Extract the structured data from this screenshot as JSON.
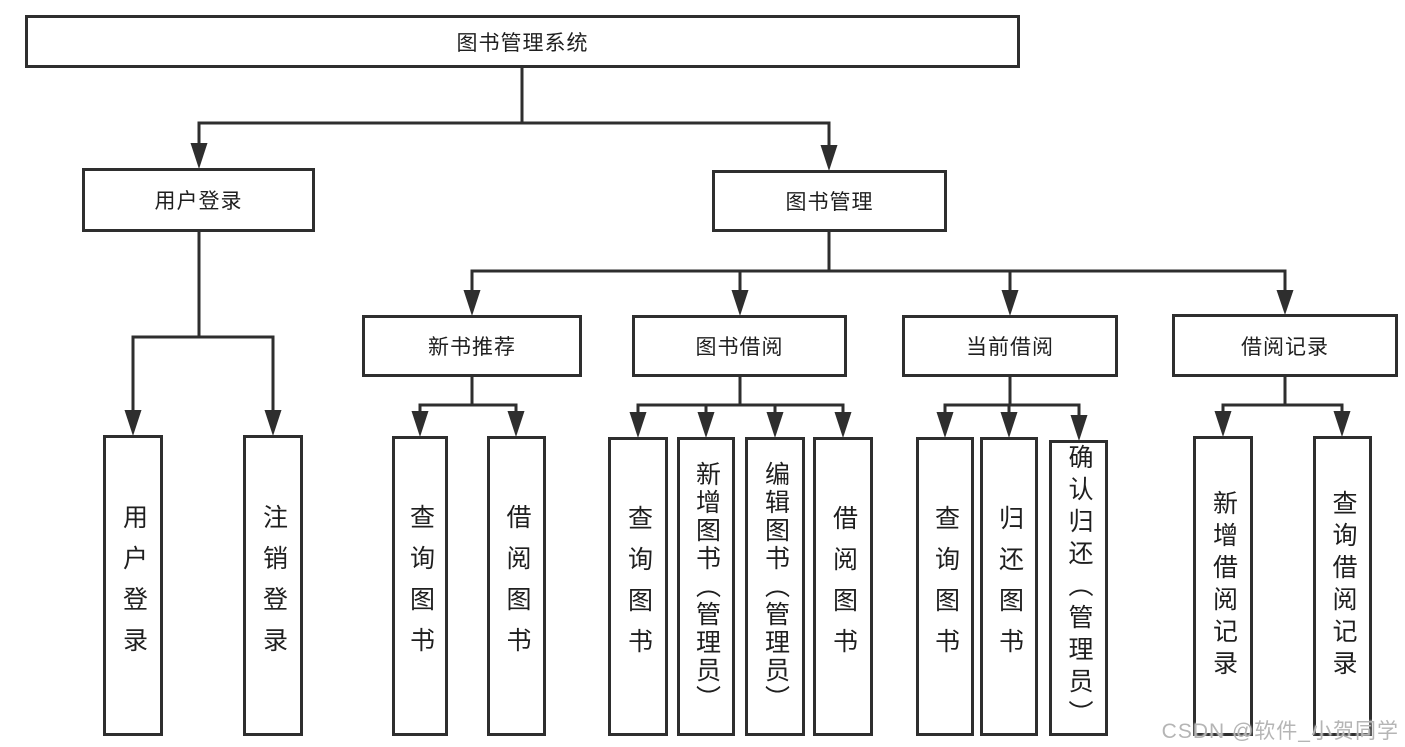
{
  "tree": {
    "label": "图书管理系统",
    "children": [
      {
        "label": "用户登录",
        "children": [
          {
            "label": "用户登录"
          },
          {
            "label": "注销登录"
          }
        ]
      },
      {
        "label": "图书管理",
        "children": [
          {
            "label": "新书推荐",
            "children": [
              {
                "label": "查询图书"
              },
              {
                "label": "借阅图书"
              }
            ]
          },
          {
            "label": "图书借阅",
            "children": [
              {
                "label": "查询图书"
              },
              {
                "label": "新增图书（管理员）"
              },
              {
                "label": "编辑图书（管理员）"
              },
              {
                "label": "借阅图书"
              }
            ]
          },
          {
            "label": "当前借阅",
            "children": [
              {
                "label": "查询图书"
              },
              {
                "label": "归还图书"
              },
              {
                "label": "确认归还（管理员）"
              }
            ]
          },
          {
            "label": "借阅记录",
            "children": [
              {
                "label": "新增借阅记录"
              },
              {
                "label": "查询借阅记录"
              }
            ]
          }
        ]
      }
    ]
  },
  "watermark": {
    "text": "CSDN @软件_小贺同学"
  },
  "colors": {
    "background": "#ffffff",
    "line": "#2e2e2e",
    "box_border": "#2e2e2e",
    "text": "#1f1f1f",
    "watermark": "#b5b5b5"
  }
}
